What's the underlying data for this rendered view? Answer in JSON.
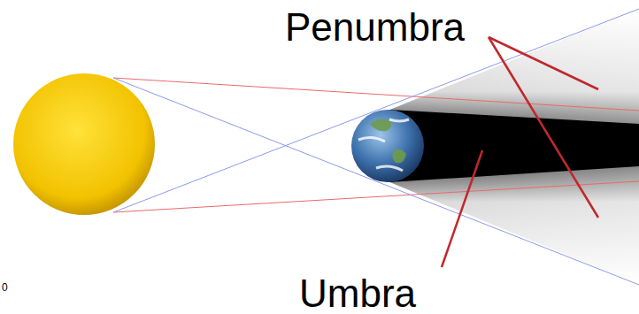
{
  "diagram": {
    "labels": [
      "Penumbra",
      "Umbra",
      "0"
    ]
  }
}
